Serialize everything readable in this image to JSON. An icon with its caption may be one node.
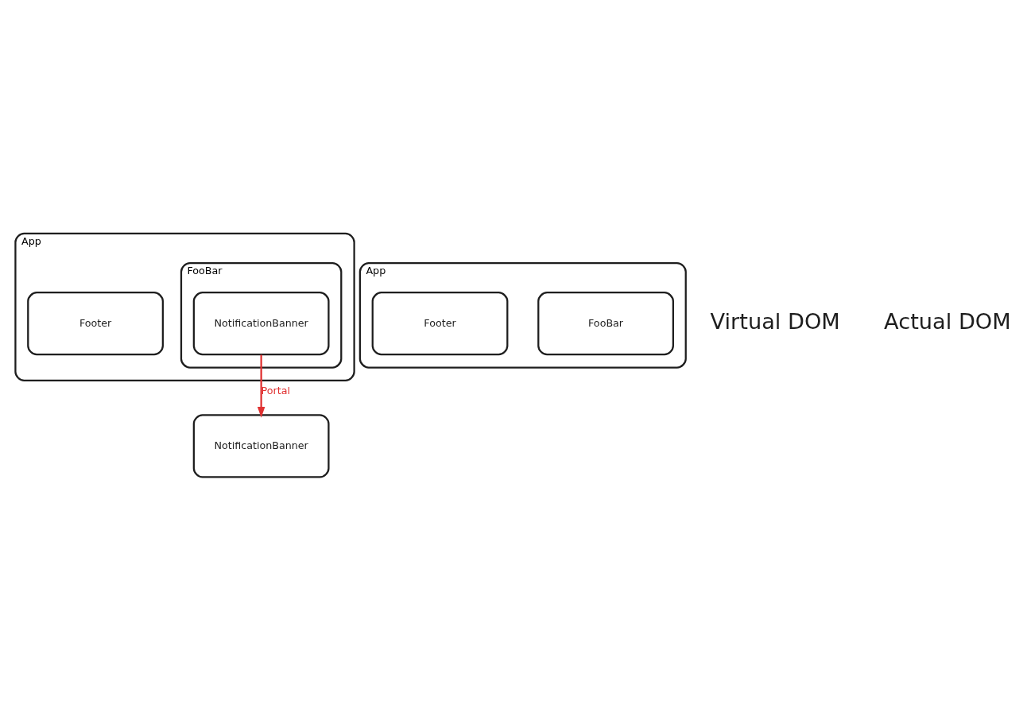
{
  "diagram": {
    "nodes": [
      {
        "text": [
          "App"
        ]
      },
      {
        "text": [
          "FooBar"
        ],
        "in": 0
      },
      {
        "text": [
          "NotificationBanner"
        ],
        "in": 1
      },
      {
        "text": [
          "Footer"
        ],
        "in": 0
      },
      {
        "text": [
          "App"
        ]
      },
      {
        "text": [
          "FooBar"
        ],
        "in": 4
      },
      {
        "text": [
          "Footer"
        ],
        "in": 4
      },
      {
        "text": [
          "NotificationBanner"
        ]
      }
    ],
    "edges": [
      {
        "from": 2,
        "to": 7,
        "arrow": "to",
        "label": "Portal",
        "color": "#e03131"
      }
    ],
    "labels": [
      "Virtual DOM",
      "Actual DOM"
    ]
  }
}
